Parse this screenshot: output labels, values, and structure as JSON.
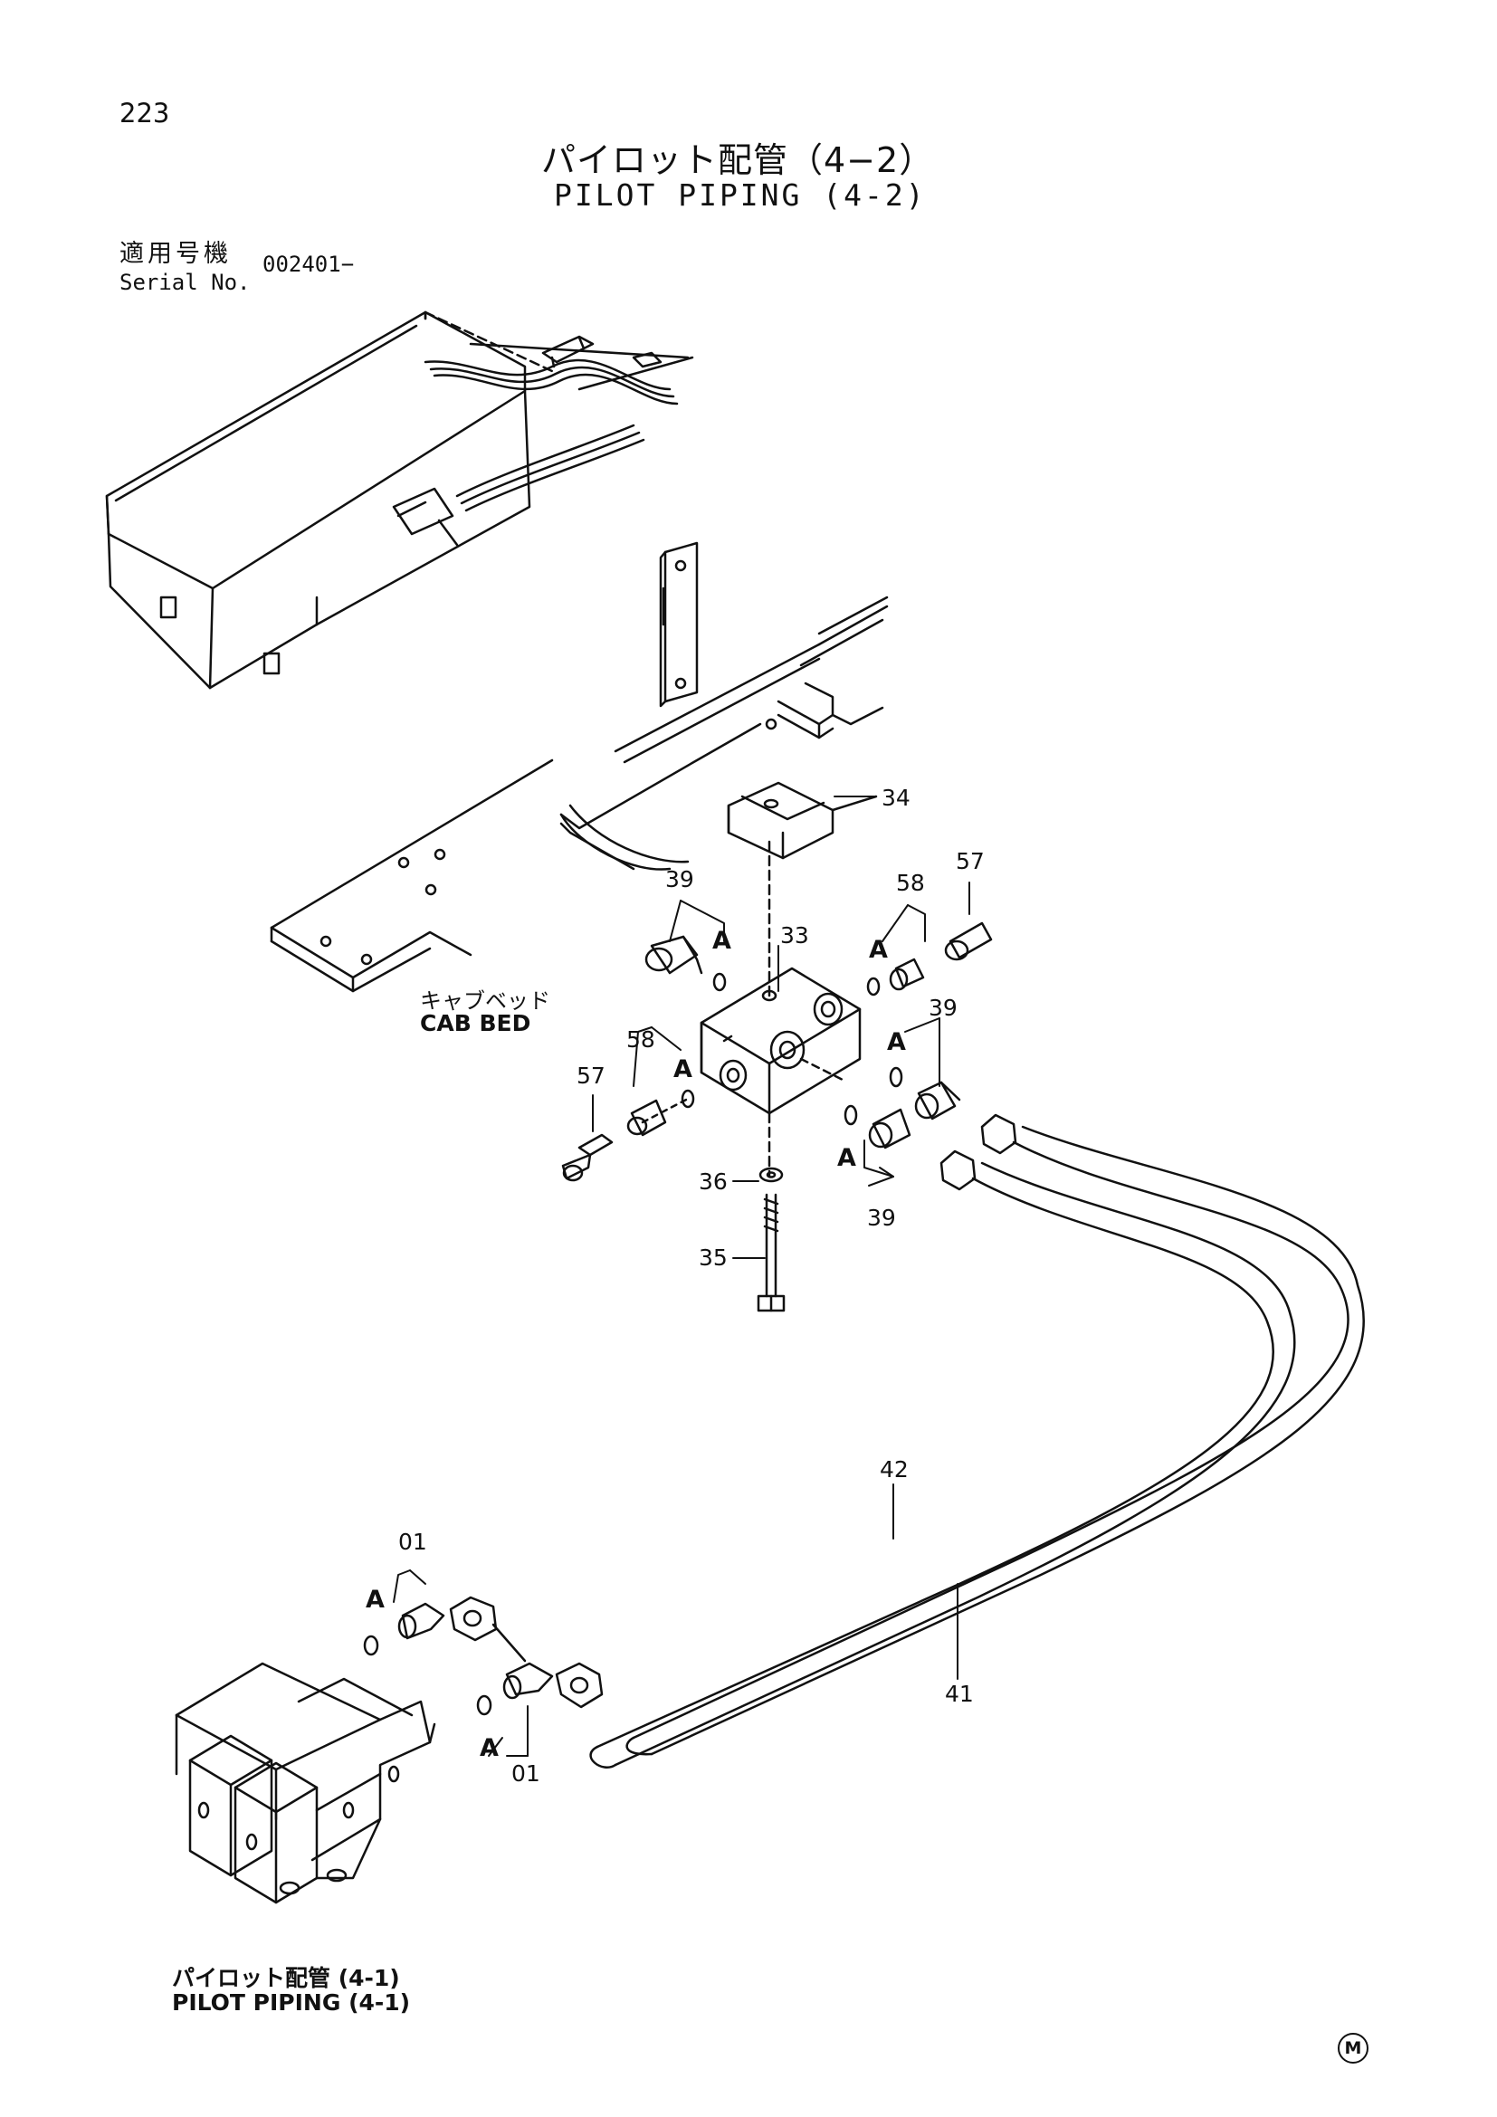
{
  "page_number": "223",
  "title": {
    "jp": "パイロット配管（4−2）",
    "en": "PILOT PIPING (4-2)"
  },
  "serial": {
    "label_jp": "適用号機",
    "label_en": "Serial No.",
    "value": "002401−"
  },
  "cab_bed": {
    "jp": "キャブベッド",
    "en": "CAB BED"
  },
  "reference": {
    "jp": "パイロット配管 (4-1)",
    "en": "PILOT PIPING (4-1)"
  },
  "part_callouts": [
    "34",
    "33",
    "39",
    "57",
    "58",
    "36",
    "35",
    "42",
    "41",
    "01"
  ],
  "connection_mark": "A",
  "publisher_mark": "M"
}
